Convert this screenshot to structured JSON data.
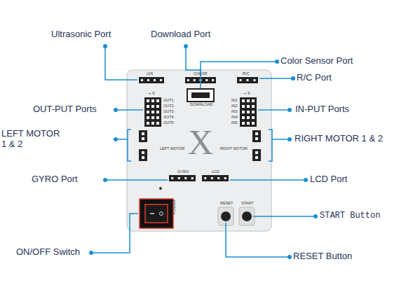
{
  "diagram": {
    "labels": [
      "Ultrasonic Port",
      "Download Port",
      "Color Sensor Port",
      "R/C Port",
      "OUT-PUT Ports",
      "IN-PUT Ports",
      "LEFT MOTOR 1 & 2",
      "RIGHT MOTOR 1 & 2",
      "GYRO Port",
      "LCD Port",
      "ON/OFF Switch",
      "RESET Button",
      "START Button",
      "U/S",
      "COLOR",
      "R/C",
      "DOWNLOAD",
      "- + S",
      "OUT1",
      "OUT2",
      "OUT3",
      "OUT4",
      "OUT5",
      "- + S",
      "IN1",
      "IN2",
      "IN3",
      "IN4",
      "IN5",
      "X",
      "LEFT MOTOR",
      "RIGHT MOTOR",
      "GYRO",
      "LCD",
      "POWER",
      "RESET",
      "START"
    ]
  }
}
